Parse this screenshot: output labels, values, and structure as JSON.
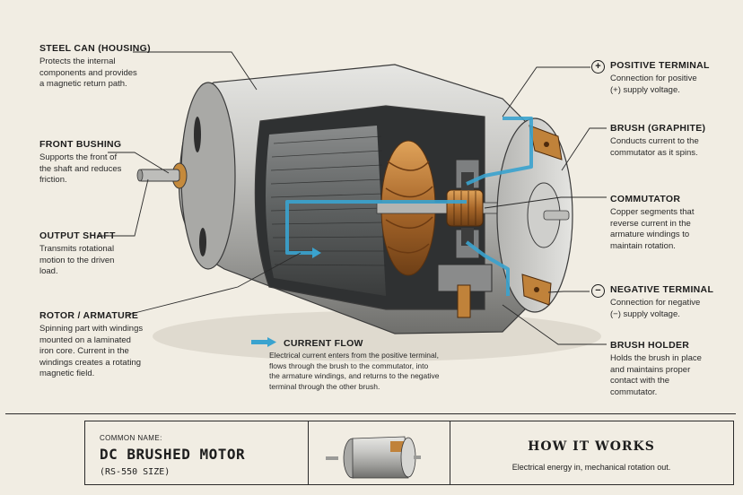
{
  "labels": {
    "steel_can": {
      "title": "STEEL CAN (HOUSING)",
      "desc": [
        "Protects the internal",
        "components and provides",
        "a magnetic return path."
      ]
    },
    "front_bushing": {
      "title": "FRONT BUSHING",
      "desc": [
        "Supports the front of",
        "the shaft and reduces",
        "friction."
      ]
    },
    "output_shaft": {
      "title": "OUTPUT SHAFT",
      "desc": [
        "Transmits rotational",
        "motion to the driven",
        "load."
      ]
    },
    "rotor": {
      "title": "ROTOR / ARMATURE",
      "desc": [
        "Spinning part with windings",
        "mounted on a laminated",
        "iron core. Current in the",
        "windings creates a rotating",
        "magnetic field."
      ]
    },
    "positive_terminal": {
      "title": "POSITIVE TERMINAL",
      "desc": [
        "Connection for positive",
        "(+) supply voltage."
      ],
      "symbol": "+"
    },
    "brush": {
      "title": "BRUSH (GRAPHITE)",
      "desc": [
        "Conducts current to the",
        "commutator as it spins."
      ]
    },
    "commutator": {
      "title": "COMMUTATOR",
      "desc": [
        "Copper segments that",
        "reverse current in the",
        "armature windings to",
        "maintain rotation."
      ]
    },
    "negative_terminal": {
      "title": "NEGATIVE TERMINAL",
      "desc": [
        "Connection for negative",
        "(−) supply voltage."
      ],
      "symbol": "−"
    },
    "brush_holder": {
      "title": "BRUSH HOLDER",
      "desc": [
        "Holds the brush in place",
        "and maintains proper",
        "contact with the",
        "commutator."
      ]
    },
    "current_flow": {
      "title": "CURRENT FLOW",
      "desc": [
        "Electrical current enters from the positive terminal,",
        "flows through the brush to the commutator, into",
        "the armature windings, and returns to the negative",
        "terminal through the other brush."
      ]
    }
  },
  "footer": {
    "common_name_label": "COMMON NAME:",
    "name": "DC BRUSHED MOTOR",
    "size": "(RS-550 SIZE)",
    "how_title": "HOW IT WORKS",
    "how_desc": "Electrical energy in, mechanical rotation out."
  },
  "colors": {
    "flow": "#3aa3cf",
    "copper": "#b8772e",
    "steel": "#c9c9c6",
    "ink": "#1d1d1d"
  }
}
